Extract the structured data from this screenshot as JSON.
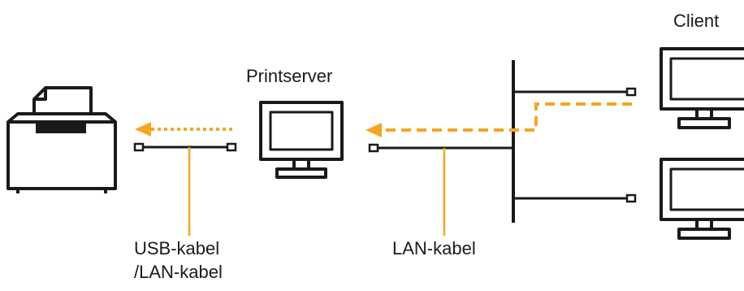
{
  "labels": {
    "client": "Client",
    "printserver": "Printserver",
    "usb_cable_line1": "USB-kabel",
    "usb_cable_line2": "/LAN-kabel",
    "lan_cable": "LAN-kabel"
  },
  "icons": {
    "printer": "printer-icon",
    "printserver": "monitor-icon",
    "client_top": "monitor-icon",
    "client_bottom": "monitor-icon"
  },
  "colors": {
    "line": "#1a1a1a",
    "data_flow": "#f5a623",
    "callout": "#f5a623"
  }
}
